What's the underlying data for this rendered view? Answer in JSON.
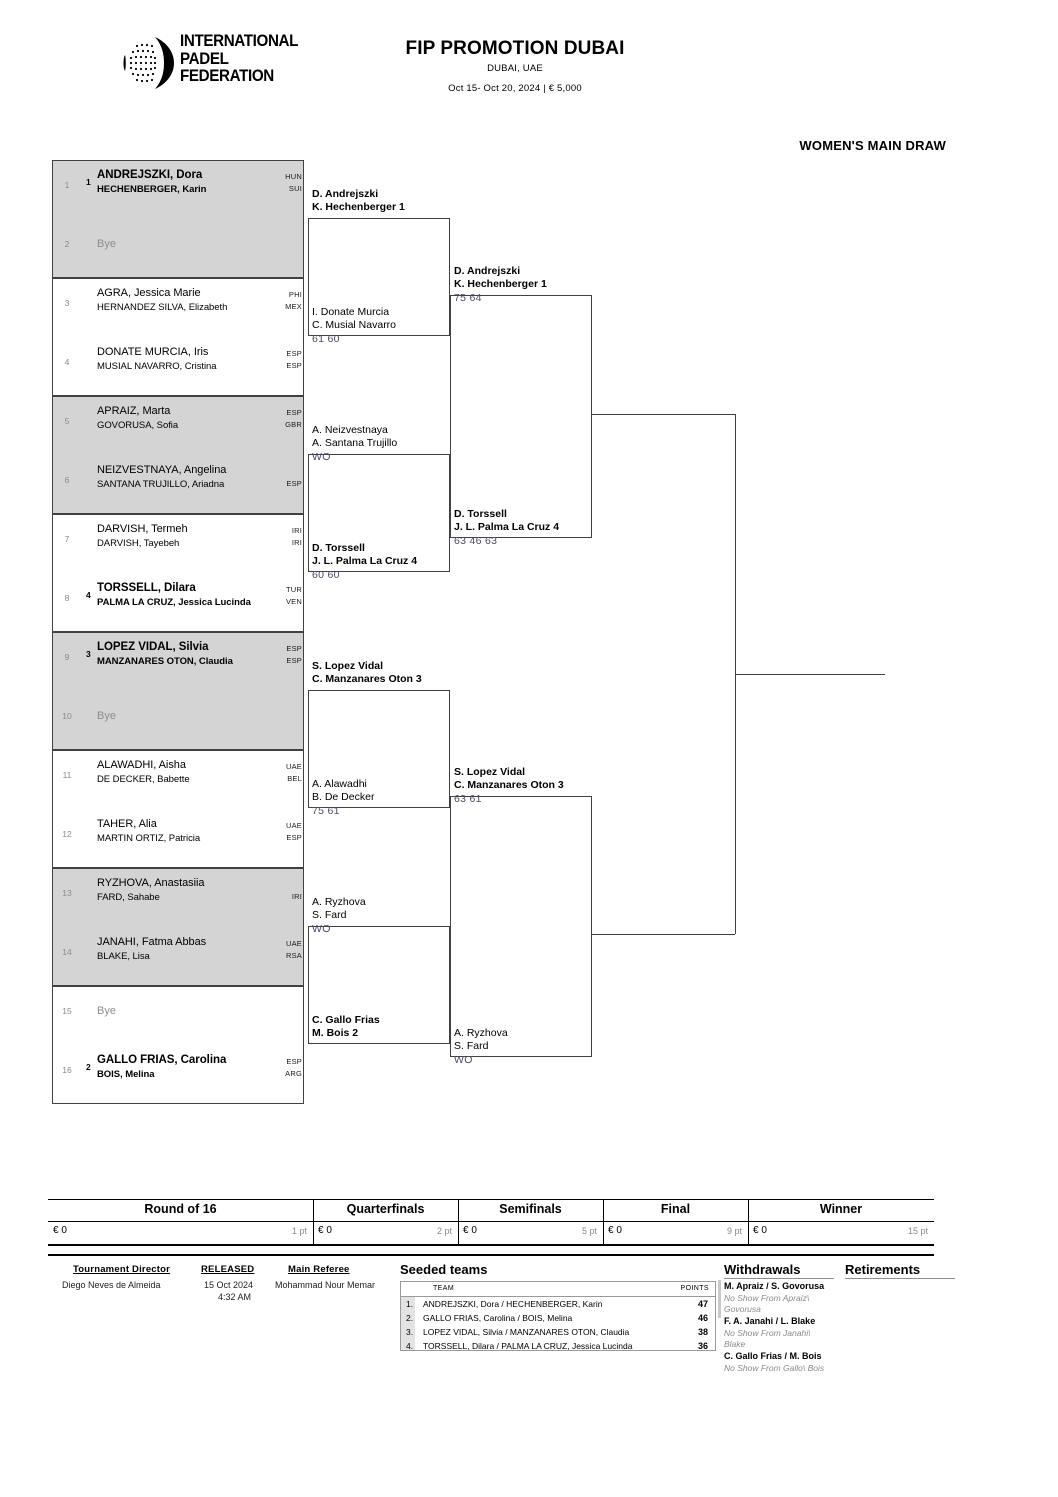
{
  "header": {
    "logo_lines": [
      "INTERNATIONAL",
      "PADEL",
      "FEDERATION"
    ],
    "logo_icon": "padel-ball-logo",
    "event_title": "FIP PROMOTION DUBAI",
    "event_city": "DUBAI, UAE",
    "event_dates": "Oct 15- Oct 20, 2024  |  € 5,000",
    "draw_title": "WOMEN'S MAIN DRAW"
  },
  "round1": [
    {
      "no": "1",
      "seed": "1",
      "p1": "ANDREJSZKI, Dora",
      "p2": "HECHENBERGER, Karin",
      "c1": "HUN",
      "c2": "SUI",
      "bold": true,
      "shade": true
    },
    {
      "no": "2",
      "seed": "",
      "bye": "Bye",
      "shade": true
    },
    {
      "no": "3",
      "seed": "",
      "p1": "AGRA, Jessica Marie",
      "p2": "HERNANDEZ SILVA, Elizabeth",
      "c1": "PHI",
      "c2": "MEX",
      "bold": false,
      "shade": false
    },
    {
      "no": "4",
      "seed": "",
      "p1": "DONATE MURCIA, Iris",
      "p2": "MUSIAL NAVARRO, Cristina",
      "c1": "ESP",
      "c2": "ESP",
      "bold": false,
      "shade": false
    },
    {
      "no": "5",
      "seed": "",
      "p1": "APRAIZ, Marta",
      "p2": "GOVORUSA, Sofia",
      "c1": "ESP",
      "c2": "GBR",
      "bold": false,
      "shade": true
    },
    {
      "no": "6",
      "seed": "",
      "p1": "NEIZVESTNAYA, Angelina",
      "p2": "SANTANA TRUJILLO, Ariadna",
      "c1": "",
      "c2": "ESP",
      "bold": false,
      "shade": true
    },
    {
      "no": "7",
      "seed": "",
      "p1": "DARVISH, Termeh",
      "p2": "DARVISH, Tayebeh",
      "c1": "IRI",
      "c2": "IRI",
      "bold": false,
      "shade": false
    },
    {
      "no": "8",
      "seed": "4",
      "p1": "TORSSELL, Dilara",
      "p2": "PALMA LA CRUZ, Jessica Lucinda",
      "c1": "TUR",
      "c2": "VEN",
      "bold": true,
      "shade": false
    },
    {
      "no": "9",
      "seed": "3",
      "p1": "LOPEZ VIDAL, Silvia",
      "p2": "MANZANARES OTON, Claudia",
      "c1": "ESP",
      "c2": "ESP",
      "bold": true,
      "shade": true
    },
    {
      "no": "10",
      "seed": "",
      "bye": "Bye",
      "shade": true
    },
    {
      "no": "11",
      "seed": "",
      "p1": "ALAWADHI, Aisha",
      "p2": "DE DECKER, Babette",
      "c1": "UAE",
      "c2": "BEL",
      "bold": false,
      "shade": false
    },
    {
      "no": "12",
      "seed": "",
      "p1": "TAHER, Alia",
      "p2": "MARTIN ORTIZ, Patricia",
      "c1": "UAE",
      "c2": "ESP",
      "bold": false,
      "shade": false
    },
    {
      "no": "13",
      "seed": "",
      "p1": "RYZHOVA, Anastasiia",
      "p2": "FARD, Sahabe",
      "c1": "",
      "c2": "IRI",
      "bold": false,
      "shade": true
    },
    {
      "no": "14",
      "seed": "",
      "p1": "JANAHI, Fatma Abbas",
      "p2": "BLAKE, Lisa",
      "c1": "UAE",
      "c2": "RSA",
      "bold": false,
      "shade": true
    },
    {
      "no": "15",
      "seed": "",
      "bye": "Bye",
      "shade": false
    },
    {
      "no": "16",
      "seed": "2",
      "p1": "GALLO FRIAS, Carolina",
      "p2": "BOIS, Melina",
      "c1": "ESP",
      "c2": "ARG",
      "bold": true,
      "shade": false
    }
  ],
  "round2": [
    {
      "l1": "D. Andrejszki",
      "l2": "K. Hechenberger  1",
      "score": "",
      "bold": true
    },
    {
      "l1": "I. Donate Murcia",
      "l2": "C. Musial Navarro",
      "score": "61 60",
      "bold": false
    },
    {
      "l1": "A. Neizvestnaya",
      "l2": "A. Santana Trujillo",
      "score": "WO",
      "bold": false
    },
    {
      "l1": "D. Torssell",
      "l2": "J. L. Palma La Cruz  4",
      "score": "60 60",
      "bold": true
    },
    {
      "l1": "S. Lopez Vidal",
      "l2": "C. Manzanares Oton  3",
      "score": "",
      "bold": true
    },
    {
      "l1": "A. Alawadhi",
      "l2": "B. De Decker",
      "score": "75 61",
      "bold": false
    },
    {
      "l1": "A. Ryzhova",
      "l2": "S. Fard",
      "score": "WO",
      "bold": false
    },
    {
      "l1": "C. Gallo Frias",
      "l2": "M. Bois  2",
      "score": "",
      "bold": true
    }
  ],
  "round3": [
    {
      "l1": "D. Andrejszki",
      "l2": "K. Hechenberger  1",
      "score": "75 64",
      "bold": true
    },
    {
      "l1": "D. Torssell",
      "l2": "J. L. Palma La Cruz  4",
      "score": "63 46 63",
      "bold": true
    },
    {
      "l1": "S. Lopez Vidal",
      "l2": "C. Manzanares Oton  3",
      "score": "63 61",
      "bold": true
    },
    {
      "l1": "A. Ryzhova",
      "l2": "S. Fard",
      "score": "WO",
      "bold": false
    }
  ],
  "points_table": {
    "columns": [
      {
        "label": "Round of 16",
        "money": "€ 0",
        "pts": "1 pt"
      },
      {
        "label": "Quarterfinals",
        "money": "€ 0",
        "pts": "2 pt"
      },
      {
        "label": "Semifinals",
        "money": "€ 0",
        "pts": "5 pt"
      },
      {
        "label": "Final",
        "money": "€ 0",
        "pts": "9 pt"
      },
      {
        "label": "Winner",
        "money": "€ 0",
        "pts": "15 pt"
      }
    ]
  },
  "footer": {
    "director_label": "Tournament Director",
    "director_value": "Diego Neves de Almeida",
    "released_label": "RELEASED",
    "released_date": "15 Oct 2024",
    "released_time": "4:32 AM",
    "referee_label": "Main Referee",
    "referee_value": "Mohammad Nour Memar",
    "seeded_title": "Seeded teams",
    "seeded_head_team": "TEAM",
    "seeded_head_points": "POINTS",
    "seeded": [
      {
        "rank": "1.",
        "team": "ANDREJSZKI, Dora / HECHENBERGER, Karin",
        "points": "47"
      },
      {
        "rank": "2.",
        "team": "GALLO FRIAS, Carolina / BOIS, Melina",
        "points": "46"
      },
      {
        "rank": "3.",
        "team": "LOPEZ VIDAL, Silvia / MANZANARES OTON, Claudia",
        "points": "38"
      },
      {
        "rank": "4.",
        "team": "TORSSELL, Dilara / PALMA LA CRUZ, Jessica Lucinda",
        "points": "36"
      }
    ],
    "withdrawals_title": "Withdrawals",
    "retirements_title": "Retirements",
    "withdrawals": [
      {
        "name": "M. Apraiz / S. Govorusa",
        "reason": "No Show From Apraiz\\ Govorusa"
      },
      {
        "name": "F. A. Janahi / L. Blake",
        "reason": "No Show From Janahi\\ Blake"
      },
      {
        "name": "C. Gallo Frias / M. Bois",
        "reason": "No Show From Gallo\\ Bois"
      }
    ]
  }
}
